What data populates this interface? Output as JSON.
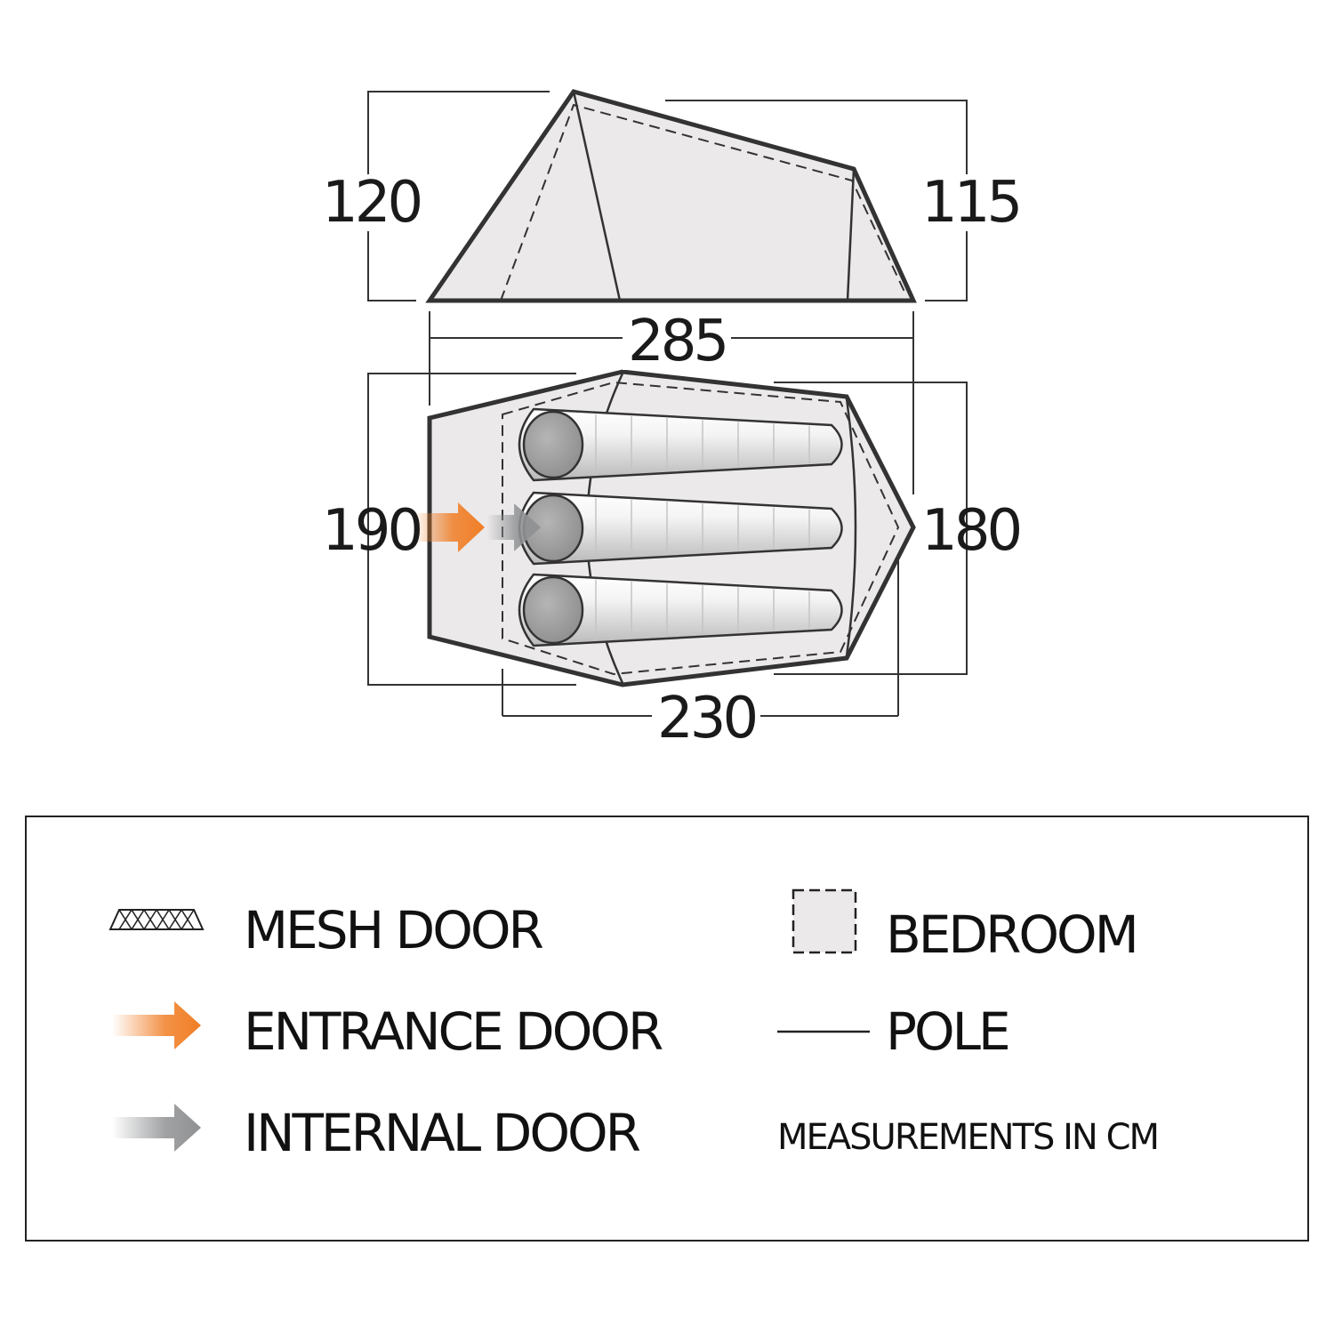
{
  "dimensions": {
    "front_height": "120",
    "rear_height": "115",
    "overall_length": "285",
    "front_width": "190",
    "rear_width": "180",
    "inner_length": "230"
  },
  "legend": {
    "mesh_door": "MESH DOOR",
    "entrance_door": "ENTRANCE DOOR",
    "internal_door": "INTERNAL DOOR",
    "bedroom": "BEDROOM",
    "pole": "POLE",
    "units_note": "MEASUREMENTS IN CM"
  },
  "colors": {
    "entrance_arrow": "#f07e26",
    "internal_arrow": "#8f9193",
    "bedroom_fill": "#ebe9ea",
    "outline": "#333333"
  },
  "icons": {
    "mesh_door": "mesh-door-icon",
    "entrance_door": "orange-arrow-icon",
    "internal_door": "grey-arrow-icon",
    "bedroom": "dashed-square-icon",
    "pole": "line-icon"
  }
}
